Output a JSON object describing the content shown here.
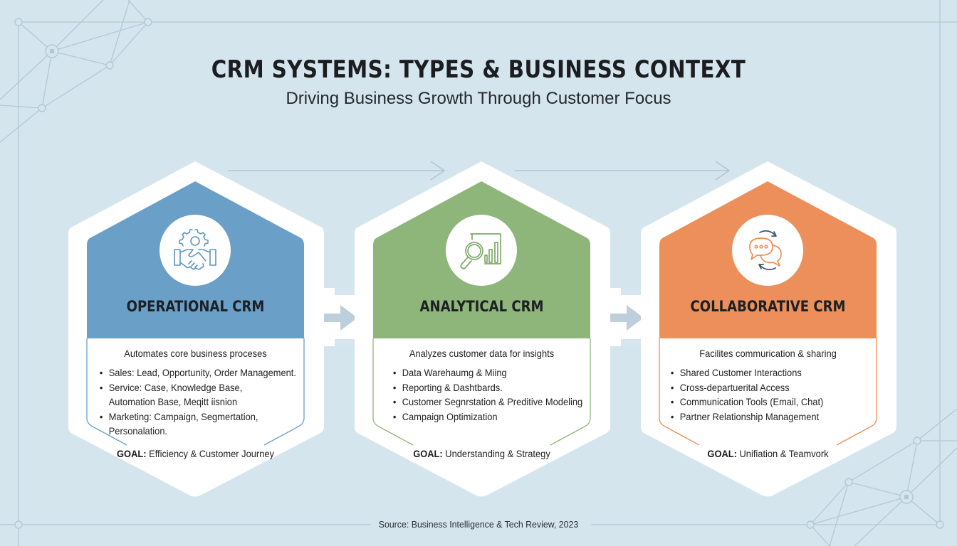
{
  "header": {
    "title": "CRM SYSTEMS: TYPES & BUSINESS CONTEXT",
    "subtitle": "Driving Business Growth Through Customer Focus"
  },
  "colors": {
    "background": "#d5e5ee",
    "operational": "#6a9fc7",
    "analytical": "#8fb67a",
    "collaborative": "#ec8f5a",
    "connector": "#b8cdd9",
    "network_lines": "#b3c8d4"
  },
  "cards": [
    {
      "id": "operational",
      "icon": "handshake-gear-icon",
      "title": "OPERATIONAL CRM",
      "description": "Automates core business proceses",
      "items": [
        "Sales: Lead, Opportunity, Order Management.",
        "Service: Case, Knowledge Base, Automation Base, Meqitt iisnion",
        "Marketing: Campaign, Segmertation, Personalation."
      ],
      "goal_label": "GOAL:",
      "goal_text": "Efficiency & Customer Journey"
    },
    {
      "id": "analytical",
      "icon": "magnifier-chart-icon",
      "title": "ANALYTICAL CRM",
      "description": "Analyzes customer data for insights",
      "items": [
        "Data Warehaumg & Miing",
        "Reporting & Dashtbards.",
        "Customer Segnrstation & Preditive Modeling",
        "Campaign Optimization"
      ],
      "goal_label": "GOAL:",
      "goal_text": "Understanding & Strategy"
    },
    {
      "id": "collaborative",
      "icon": "chat-bubbles-sync-icon",
      "title": "COLLABORATIVE CRM",
      "description": "Facilites commurication & sharing",
      "items": [
        "Shared Customer Interactions",
        "Cross-departuerital Access",
        "Communication Tools (Email, Chat)",
        "Partner Relationship Management"
      ],
      "goal_label": "GOAL:",
      "goal_text": "Unifiation & Teamvork"
    }
  ],
  "connectors": [
    "right-arrow-icon",
    "right-arrow-icon"
  ],
  "top_flow_arrows": [
    "thin-right-arrow-icon",
    "thin-right-arrow-icon"
  ],
  "footer": {
    "source": "Source: Business Intelligence & Tech Review, 2023"
  }
}
